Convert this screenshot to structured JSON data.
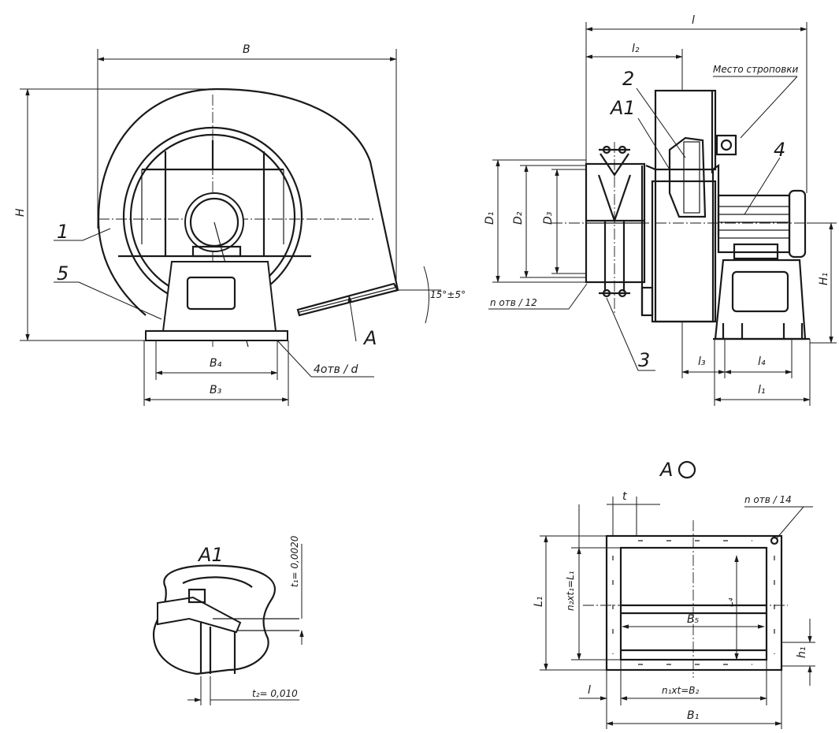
{
  "labels": {
    "B": "B",
    "H": "H",
    "part1": "1",
    "part5": "5",
    "angle": "15°±5°",
    "viewA": "A",
    "B4": "B₄",
    "holes4": "4отв / d",
    "B3": "B₃",
    "l": "l",
    "l2": "l₂",
    "part2": "2",
    "A1": "A1",
    "sling": "Место строповки",
    "part4": "4",
    "D1": "D₁",
    "D2": "D₂",
    "D3": "D₃",
    "H1": "H₁",
    "nholes12": "n отв / 12",
    "part3": "3",
    "l3": "l₃",
    "l4": "l₄",
    "l1": "l₁",
    "detailA1": "A1",
    "t1tol": "t₁= 0,0020",
    "t2tol": "t₂= 0,010",
    "viewAtitle": "A",
    "t": "t",
    "nholes14": "n отв / 14",
    "L1": "L₁",
    "n2t1L1": "n₂xt₁=L₁",
    "L4": "L₄",
    "B5": "B₅",
    "h1": "h₁",
    "lbot": "l",
    "n1tB2": "n₁xt=B₂",
    "B1": "B₁"
  }
}
